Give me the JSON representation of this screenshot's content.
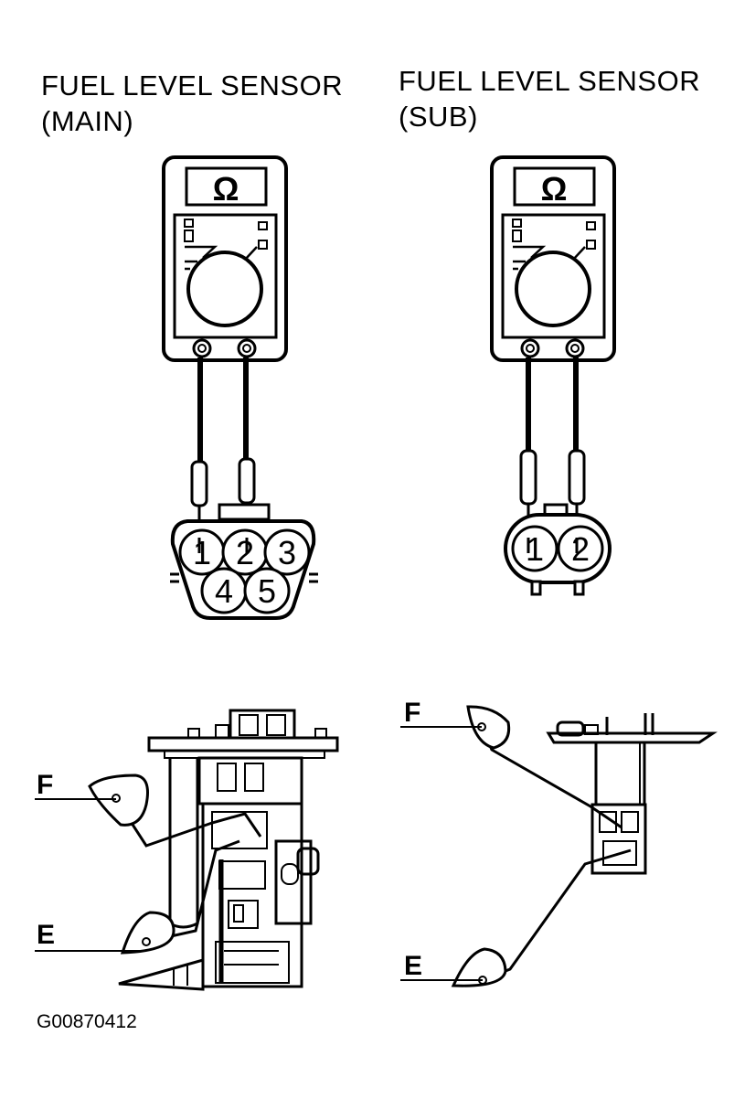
{
  "main": {
    "title_line1": "FUEL LEVEL SENSOR",
    "title_line2": "(MAIN)",
    "meter_symbol": "Ω",
    "pins": [
      "1",
      "2",
      "3",
      "4",
      "5"
    ],
    "label_f": "F",
    "label_e": "E"
  },
  "sub": {
    "title_line1": "FUEL LEVEL SENSOR",
    "title_line2": "(SUB)",
    "meter_symbol": "Ω",
    "pins": [
      "1",
      "2"
    ],
    "label_f": "F",
    "label_e": "E"
  },
  "figure_id": "G00870412",
  "icons": {
    "meter": "ohmmeter-icon",
    "connector": "connector-icon",
    "sender": "fuel-sender-unit-icon"
  }
}
